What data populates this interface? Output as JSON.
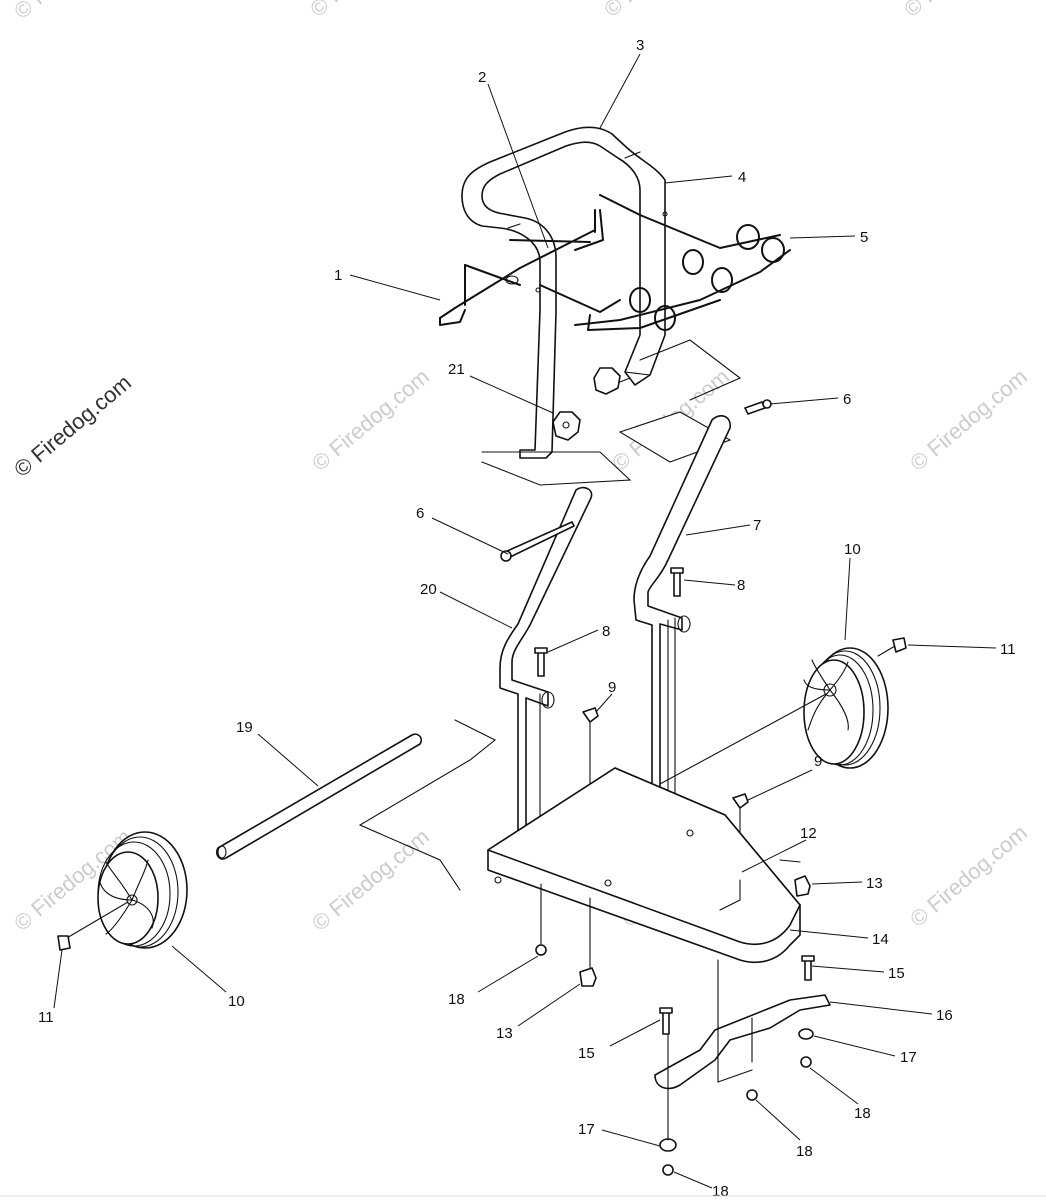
{
  "watermark": {
    "text": "© Firedog.com",
    "color_light": "#cccccc",
    "color_dark": "#333333"
  },
  "diagram": {
    "description_free": true,
    "line_color": "#111111",
    "callouts": [
      "1",
      "2",
      "3",
      "4",
      "5",
      "21",
      "6",
      "6",
      "20",
      "7",
      "8",
      "8",
      "10",
      "11",
      "9",
      "9",
      "19",
      "12",
      "13",
      "14",
      "15",
      "16",
      "17",
      "18",
      "18",
      "13",
      "15",
      "17",
      "18",
      "18",
      "11",
      "10"
    ]
  }
}
